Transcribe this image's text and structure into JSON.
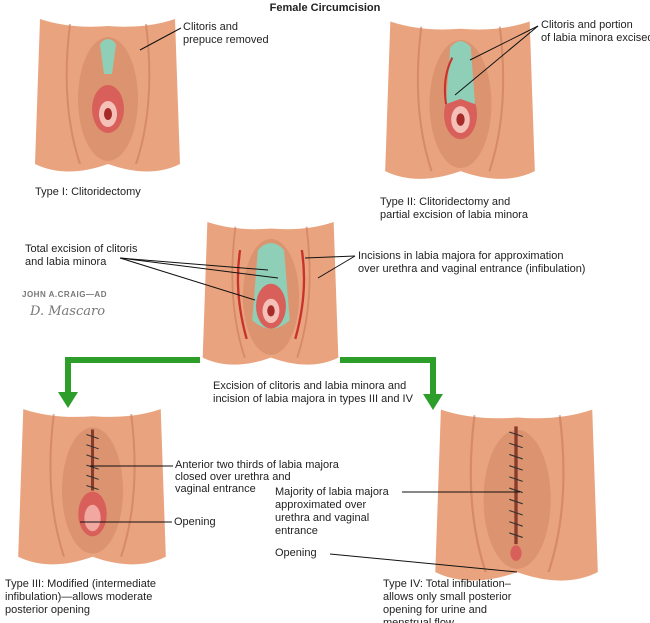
{
  "title": "Female Circumcision",
  "colors": {
    "skin": "#e9a47f",
    "skin_dark": "#c97a5a",
    "tissue": "#8fcfb7",
    "red": "#c8322c",
    "arrow": "#2e9e2b"
  },
  "panels": {
    "type1": {
      "label": "Clitoris and\nprepuce removed",
      "caption": "Type I: Clitoridectomy"
    },
    "type2": {
      "label": "Clitoris and portion\nof labia minora excised",
      "caption": "Type II: Clitoridectomy and\npartial excision of labia minora"
    },
    "center": {
      "label_left": "Total excision of clitoris\nand labia minora",
      "label_right": "Incisions in labia majora for approximation\nover urethra and vaginal entrance (infibulation)",
      "caption": "Excision of clitoris and labia minora and\nincision of labia majora in types III and IV"
    },
    "type3": {
      "label_top": "Anterior two thirds of labia majora\nclosed over urethra and\nvaginal entrance",
      "label_opening": "Opening",
      "caption": "Type III: Modified (intermediate\ninfibulation)—allows moderate\nposterior opening"
    },
    "type4": {
      "label_top": "Majority of labia majora\napproximated over\nurethra and vaginal\nentrance",
      "label_opening": "Opening",
      "caption": "Type IV: Total infibulation–\nallows only small posterior\nopening for urine and\nmenstrual flow"
    }
  },
  "signature": {
    "line1": "JOHN A.CRAIG—AD",
    "line2": "D. Mascaro"
  }
}
